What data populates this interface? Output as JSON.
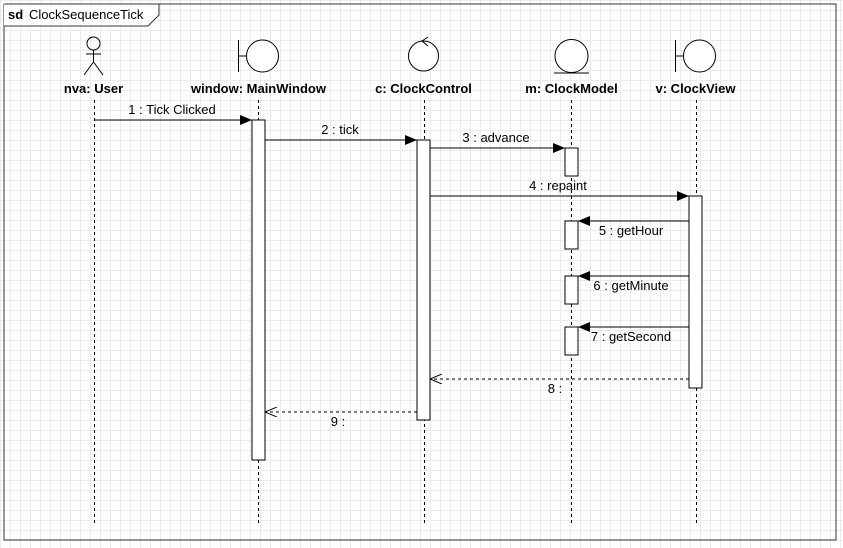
{
  "frame": {
    "keyword": "sd",
    "name": "ClockSequenceTick"
  },
  "lifelines": [
    {
      "id": "user",
      "label": "nva: User",
      "icon": "actor-icon"
    },
    {
      "id": "window",
      "label": "window: MainWindow",
      "icon": "boundary-icon"
    },
    {
      "id": "control",
      "label": "c: ClockControl",
      "icon": "control-icon"
    },
    {
      "id": "model",
      "label": "m: ClockModel",
      "icon": "entity-icon"
    },
    {
      "id": "view",
      "label": "v: ClockView",
      "icon": "boundary-icon"
    }
  ],
  "messages": [
    {
      "label": "1 : Tick Clicked",
      "from": "user",
      "to": "window",
      "kind": "sync"
    },
    {
      "label": "2 : tick",
      "from": "window",
      "to": "control",
      "kind": "sync"
    },
    {
      "label": "3 : advance",
      "from": "control",
      "to": "model",
      "kind": "sync"
    },
    {
      "label": "4 : repaint",
      "from": "control",
      "to": "view",
      "kind": "sync"
    },
    {
      "label": "5 : getHour",
      "from": "view",
      "to": "model",
      "kind": "sync"
    },
    {
      "label": "6 : getMinute",
      "from": "view",
      "to": "model",
      "kind": "sync"
    },
    {
      "label": "7 : getSecond",
      "from": "view",
      "to": "model",
      "kind": "sync"
    },
    {
      "label": "8 :",
      "from": "view",
      "to": "control",
      "kind": "return"
    },
    {
      "label": "9 :",
      "from": "control",
      "to": "window",
      "kind": "return"
    }
  ]
}
